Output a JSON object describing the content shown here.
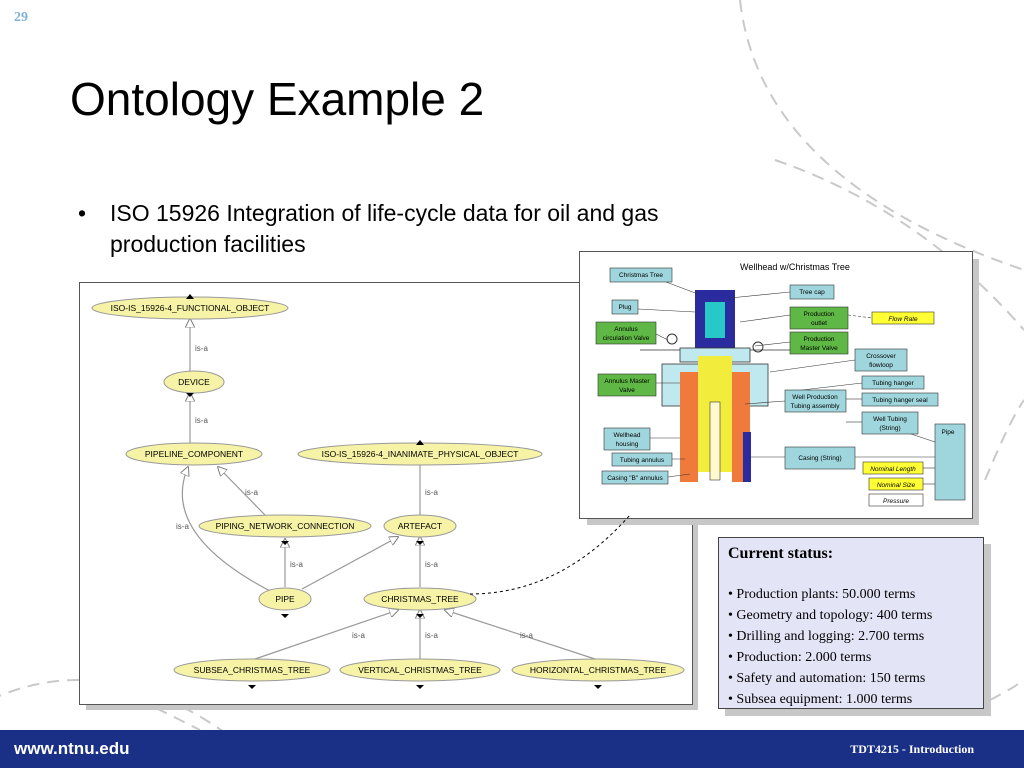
{
  "slide": {
    "number": "29",
    "title": "Ontology Example 2",
    "bullet_marker": "•",
    "bullet_line1": "ISO 15926 Integration of life-cycle data for oil and gas",
    "bullet_line2": "production facilities"
  },
  "ontology": {
    "edge_label": "is-a",
    "nodes": {
      "functional_object": "ISO-IS_15926-4_FUNCTIONAL_OBJECT",
      "device": "DEVICE",
      "pipeline_component": "PIPELINE_COMPONENT",
      "inanimate_physical_object": "ISO-IS_15926-4_INANIMATE_PHYSICAL_OBJECT",
      "piping_network_connection": "PIPING_NETWORK_CONNECTION",
      "artefact": "ARTEFACT",
      "pipe": "PIPE",
      "christmas_tree": "CHRISTMAS_TREE",
      "subsea_christmas_tree": "SUBSEA_CHRISTMAS_TREE",
      "vertical_christmas_tree": "VERTICAL_CHRISTMAS_TREE",
      "horizontal_christmas_tree": "HORIZONTAL_CHRISTMAS_TREE"
    }
  },
  "wellhead": {
    "title": "Wellhead w/Christmas Tree",
    "labels": {
      "christmas_tree": "Christmas Tree",
      "plug": "Plug",
      "annulus_circulation_valve_1": "Annulus",
      "annulus_circulation_valve_2": "circulation Valve",
      "annulus_master_valve_1": "Annulus Master",
      "annulus_master_valve_2": "Valve",
      "wellhead_housing_1": "Wellhead",
      "wellhead_housing_2": "housing",
      "tubing_annulus": "Tubing annulus",
      "casing_b_annulus": "Casing \"B\" annulus",
      "tree_cap": "Tree cap",
      "production_outlet_1": "Production",
      "production_outlet_2": "outlet",
      "flow_rate": "Flow Rate",
      "production_master_valve_1": "Production",
      "production_master_valve_2": "Master Valve",
      "crossover_flowloop_1": "Crossover",
      "crossover_flowloop_2": "flowloop",
      "tubing_hanger": "Tubing hanger",
      "well_production_tubing_1": "Well Production",
      "well_production_tubing_2": "Tubing assembly",
      "tubing_hanger_seal": "Tubing hanger seal",
      "well_tubing_1": "Well Tubing",
      "well_tubing_2": "(String)",
      "casing_string": "Casing (String)",
      "pipe": "Pipe",
      "nominal_length": "Nominal Length",
      "nominal_size": "Nominal Size",
      "pressure": "Pressure"
    }
  },
  "status": {
    "title": "Current status:",
    "items": [
      "• Production plants: 50.000 terms",
      "• Geometry and topology: 400 terms",
      "• Drilling and logging: 2.700 terms",
      "• Production: 2.000 terms",
      "• Safety and automation: 150 terms",
      "• Subsea equipment: 1.000 terms"
    ]
  },
  "footer": {
    "url": "www.ntnu.edu",
    "course": "TDT4215 - Introduction"
  },
  "colors": {
    "footer": "#1a2f86",
    "node_fill": "#f7f3a6",
    "status_fill": "#e4e4f7",
    "label_teal": "#9fd6dd",
    "label_green": "#5fb845",
    "label_yellow": "#ffff33"
  }
}
